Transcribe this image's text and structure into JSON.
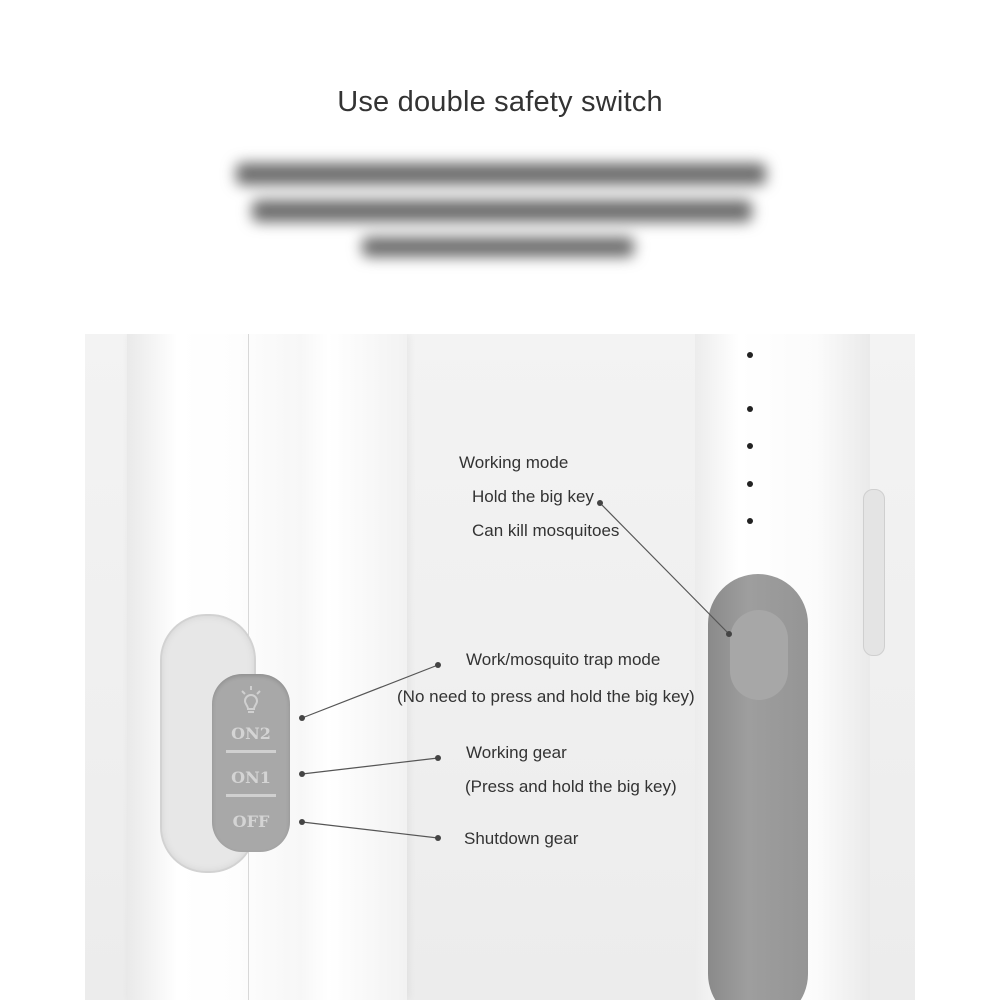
{
  "title": "Use double safety switch",
  "switch_labels": {
    "on2": "ON2",
    "on1": "ON1",
    "off": "OFF"
  },
  "callouts": {
    "working_mode": {
      "line1": "Working mode",
      "line2": "Hold the big key",
      "line3": "Can kill mosquitoes"
    },
    "trap_mode": {
      "line1": "Work/mosquito trap mode",
      "line2": "(No need to press and hold the big key)"
    },
    "working_gear": {
      "line1": "Working gear",
      "line2": "(Press and hold the big key)"
    },
    "shutdown_gear": {
      "line1": "Shutdown gear"
    }
  },
  "icons": [
    "bulb-icon"
  ],
  "colors": {
    "text": "#333333",
    "switch_knob": "#a8a8a8",
    "big_key": "#959595"
  }
}
